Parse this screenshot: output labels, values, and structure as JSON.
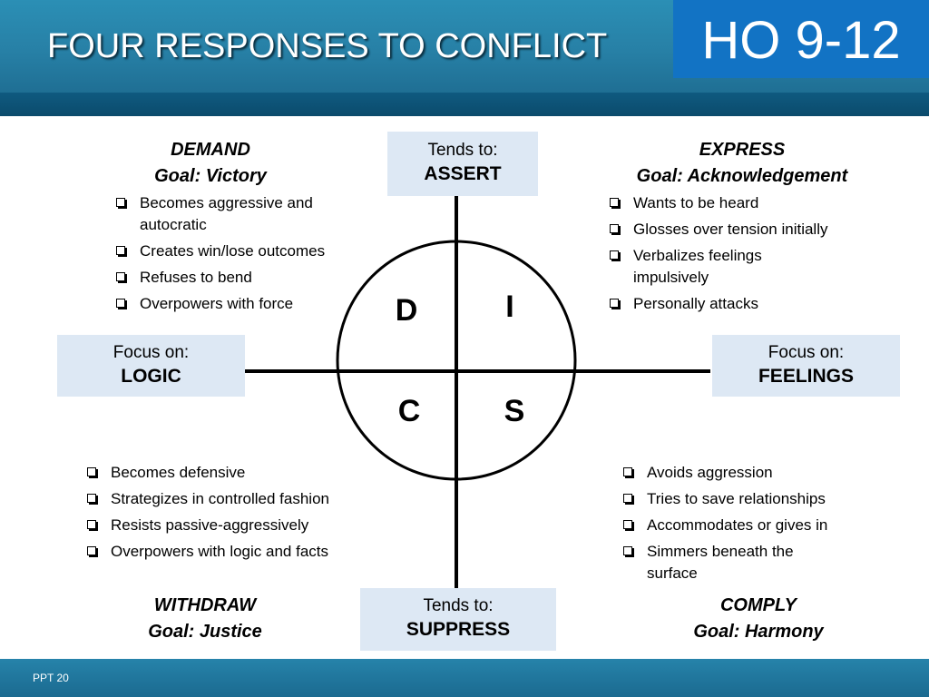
{
  "header": {
    "title": "FOUR RESPONSES TO CONFLICT",
    "badge": "HO 9-12"
  },
  "footer": {
    "text": "PPT 20"
  },
  "axes": {
    "top": {
      "line1": "Tends to:",
      "line2": "ASSERT"
    },
    "bottom": {
      "line1": "Tends to:",
      "line2": "SUPPRESS"
    },
    "left": {
      "line1": "Focus on:",
      "line2": "LOGIC"
    },
    "right": {
      "line1": "Focus on:",
      "line2": "FEELINGS"
    }
  },
  "letters": {
    "d": "D",
    "i": "I",
    "c": "C",
    "s": "S"
  },
  "quadrants": {
    "demand": {
      "title": "DEMAND",
      "goal": "Goal: Victory",
      "bullets": [
        "Becomes aggressive and autocratic",
        "Creates win/lose outcomes",
        "Refuses to bend",
        "Overpowers with force"
      ]
    },
    "express": {
      "title": "EXPRESS",
      "goal": "Goal: Acknowledgement",
      "bullets": [
        "Wants to be heard",
        "Glosses over tension initially",
        "Verbalizes feelings impulsively",
        "Personally attacks"
      ]
    },
    "withdraw": {
      "title": "WITHDRAW",
      "goal": "Goal: Justice",
      "bullets": [
        "Becomes defensive",
        "Strategizes in controlled fashion",
        "Resists passive-aggressively",
        "Overpowers with logic and facts"
      ]
    },
    "comply": {
      "title": "COMPLY",
      "goal": "Goal: Harmony",
      "bullets": [
        "Avoids aggression",
        "Tries to save relationships",
        "Accommodates or gives in",
        "Simmers beneath the surface"
      ]
    }
  }
}
